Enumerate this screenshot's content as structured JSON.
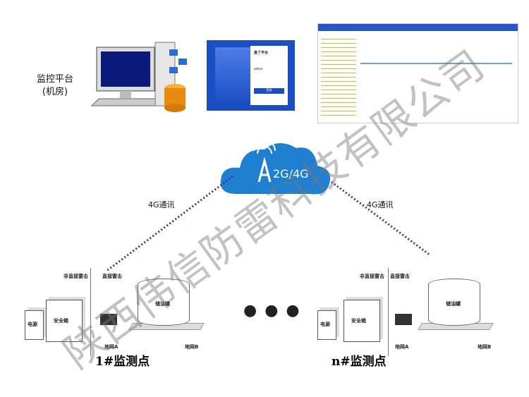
{
  "platform_label": [
    "监控平台",
    "(机房)"
  ],
  "cloud_label": "2G/4G",
  "link_label_left": "4G通讯",
  "link_label_right": "4G通讯",
  "ellipsis": "● ● ●",
  "login_screen": {
    "title": "盘了平台",
    "field_user": "admin",
    "button": "登录"
  },
  "sites": [
    {
      "title": "1#监测点",
      "power": "电源",
      "safety_box": "安全箱",
      "tank": "储油罐",
      "grid_a": "地网A",
      "grid_b": "地网B",
      "label_indirect": "非直接雷击",
      "label_direct": "直接雷击"
    },
    {
      "title": "n#监测点",
      "power": "电源",
      "safety_box": "安全箱",
      "tank": "储油罐",
      "grid_a": "地网A",
      "grid_b": "地网B",
      "label_indirect": "非直接雷击",
      "label_direct": "直接雷击"
    }
  ],
  "watermark": "陕西伟信防雷科技有限公司",
  "colors": {
    "cloud": "#1f7fd0",
    "link": "#5b2a8f",
    "login_bg": "#1a4fc4"
  }
}
